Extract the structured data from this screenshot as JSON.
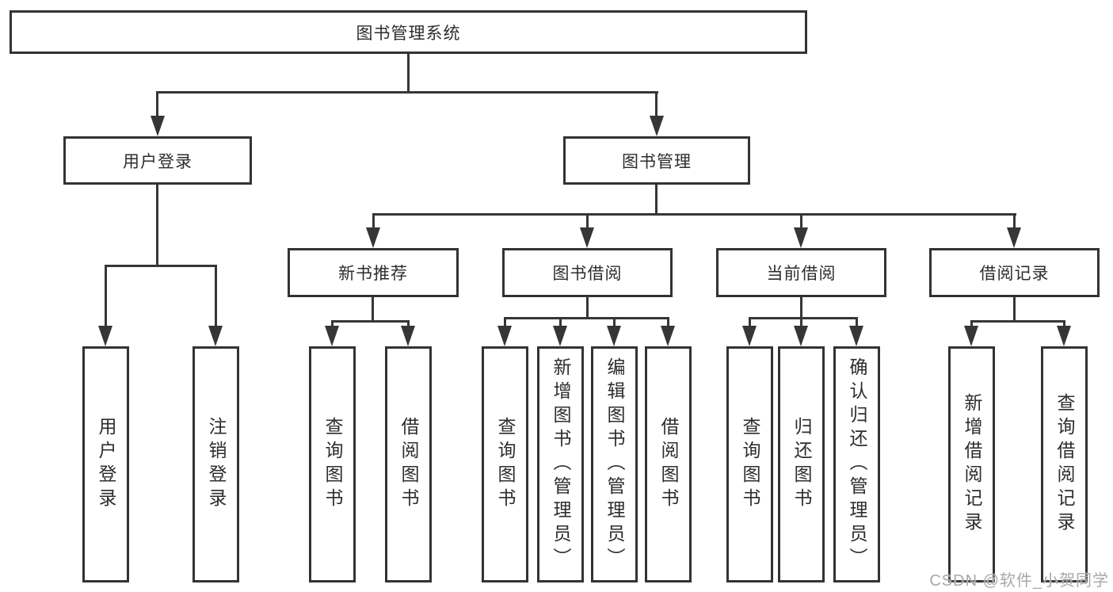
{
  "tree": {
    "root": {
      "label": "图书管理系统"
    },
    "children": [
      {
        "label": "用户登录",
        "children": [
          {
            "label": "用户登录"
          },
          {
            "label": "注销登录"
          }
        ]
      },
      {
        "label": "图书管理",
        "children": [
          {
            "label": "新书推荐",
            "children": [
              {
                "label": "查询图书"
              },
              {
                "label": "借阅图书"
              }
            ]
          },
          {
            "label": "图书借阅",
            "children": [
              {
                "label": "查询图书"
              },
              {
                "label": "新增图书（管理员）"
              },
              {
                "label": "编辑图书（管理员）"
              },
              {
                "label": "借阅图书"
              }
            ]
          },
          {
            "label": "当前借阅",
            "children": [
              {
                "label": "查询图书"
              },
              {
                "label": "归还图书"
              },
              {
                "label": "确认归还（管理员）"
              }
            ]
          },
          {
            "label": "借阅记录",
            "children": [
              {
                "label": "新增借阅记录"
              },
              {
                "label": "查询借阅记录"
              }
            ]
          }
        ]
      }
    ]
  },
  "watermark": {
    "text": "CSDN @软件_小贺同学"
  },
  "colors": {
    "line": "#363636",
    "box_border": "#333333",
    "box_fill": "#ffffff",
    "text": "#2d2d2d",
    "watermark": "#a8a8a8",
    "background": "#ffffff"
  }
}
